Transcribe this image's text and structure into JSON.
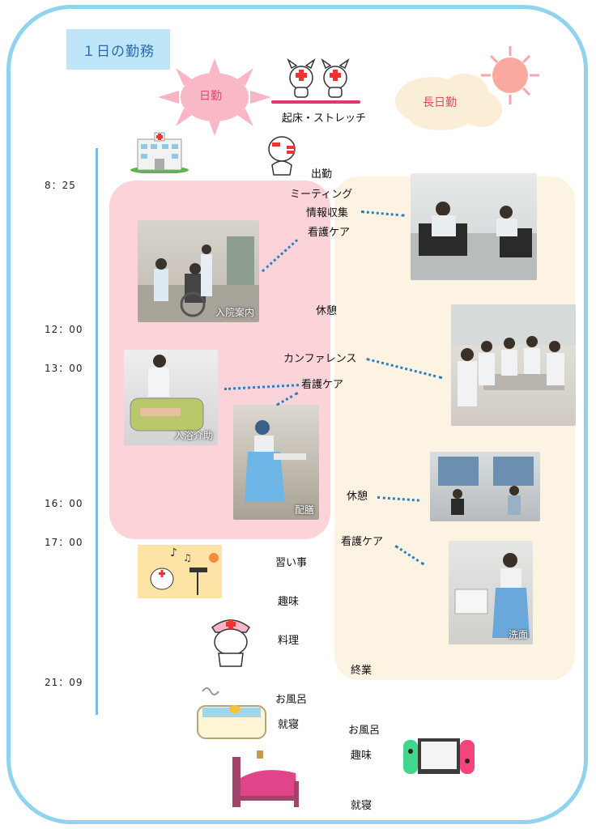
{
  "title": "１日の勤務",
  "shift_day": "日勤",
  "shift_long": "長日勤",
  "wake": "起床・ストレッチ",
  "times": {
    "t1": "8：25",
    "t2": "12：00",
    "t3": "13：00",
    "t4": "16：00",
    "t5": "17：00",
    "t6": "21：09"
  },
  "schedule_center": {
    "commute": "出勤",
    "meeting": "ミーティング",
    "info": "情報収集",
    "care1": "看護ケア",
    "rest": "休憩",
    "conference": "カンファレンス",
    "care2": "看護ケア",
    "lesson": "習い事",
    "hobby": "趣味",
    "cooking": "料理",
    "bath": "お風呂",
    "sleep": "就寝"
  },
  "schedule_right": {
    "rest": "休憩",
    "care": "看護ケア",
    "end": "終業",
    "bath": "お風呂",
    "hobby": "趣味",
    "sleep": "就寝"
  },
  "photo_captions": {
    "admission": "入院案内",
    "bath_assist": "入浴介助",
    "meal": "配膳",
    "wash": "洗面"
  },
  "colors": {
    "frame": "#8fd3ef",
    "pink_zone": "#fbd3d8",
    "cream_zone": "#fdf3e3",
    "accent_line": "#2f7ec4"
  }
}
